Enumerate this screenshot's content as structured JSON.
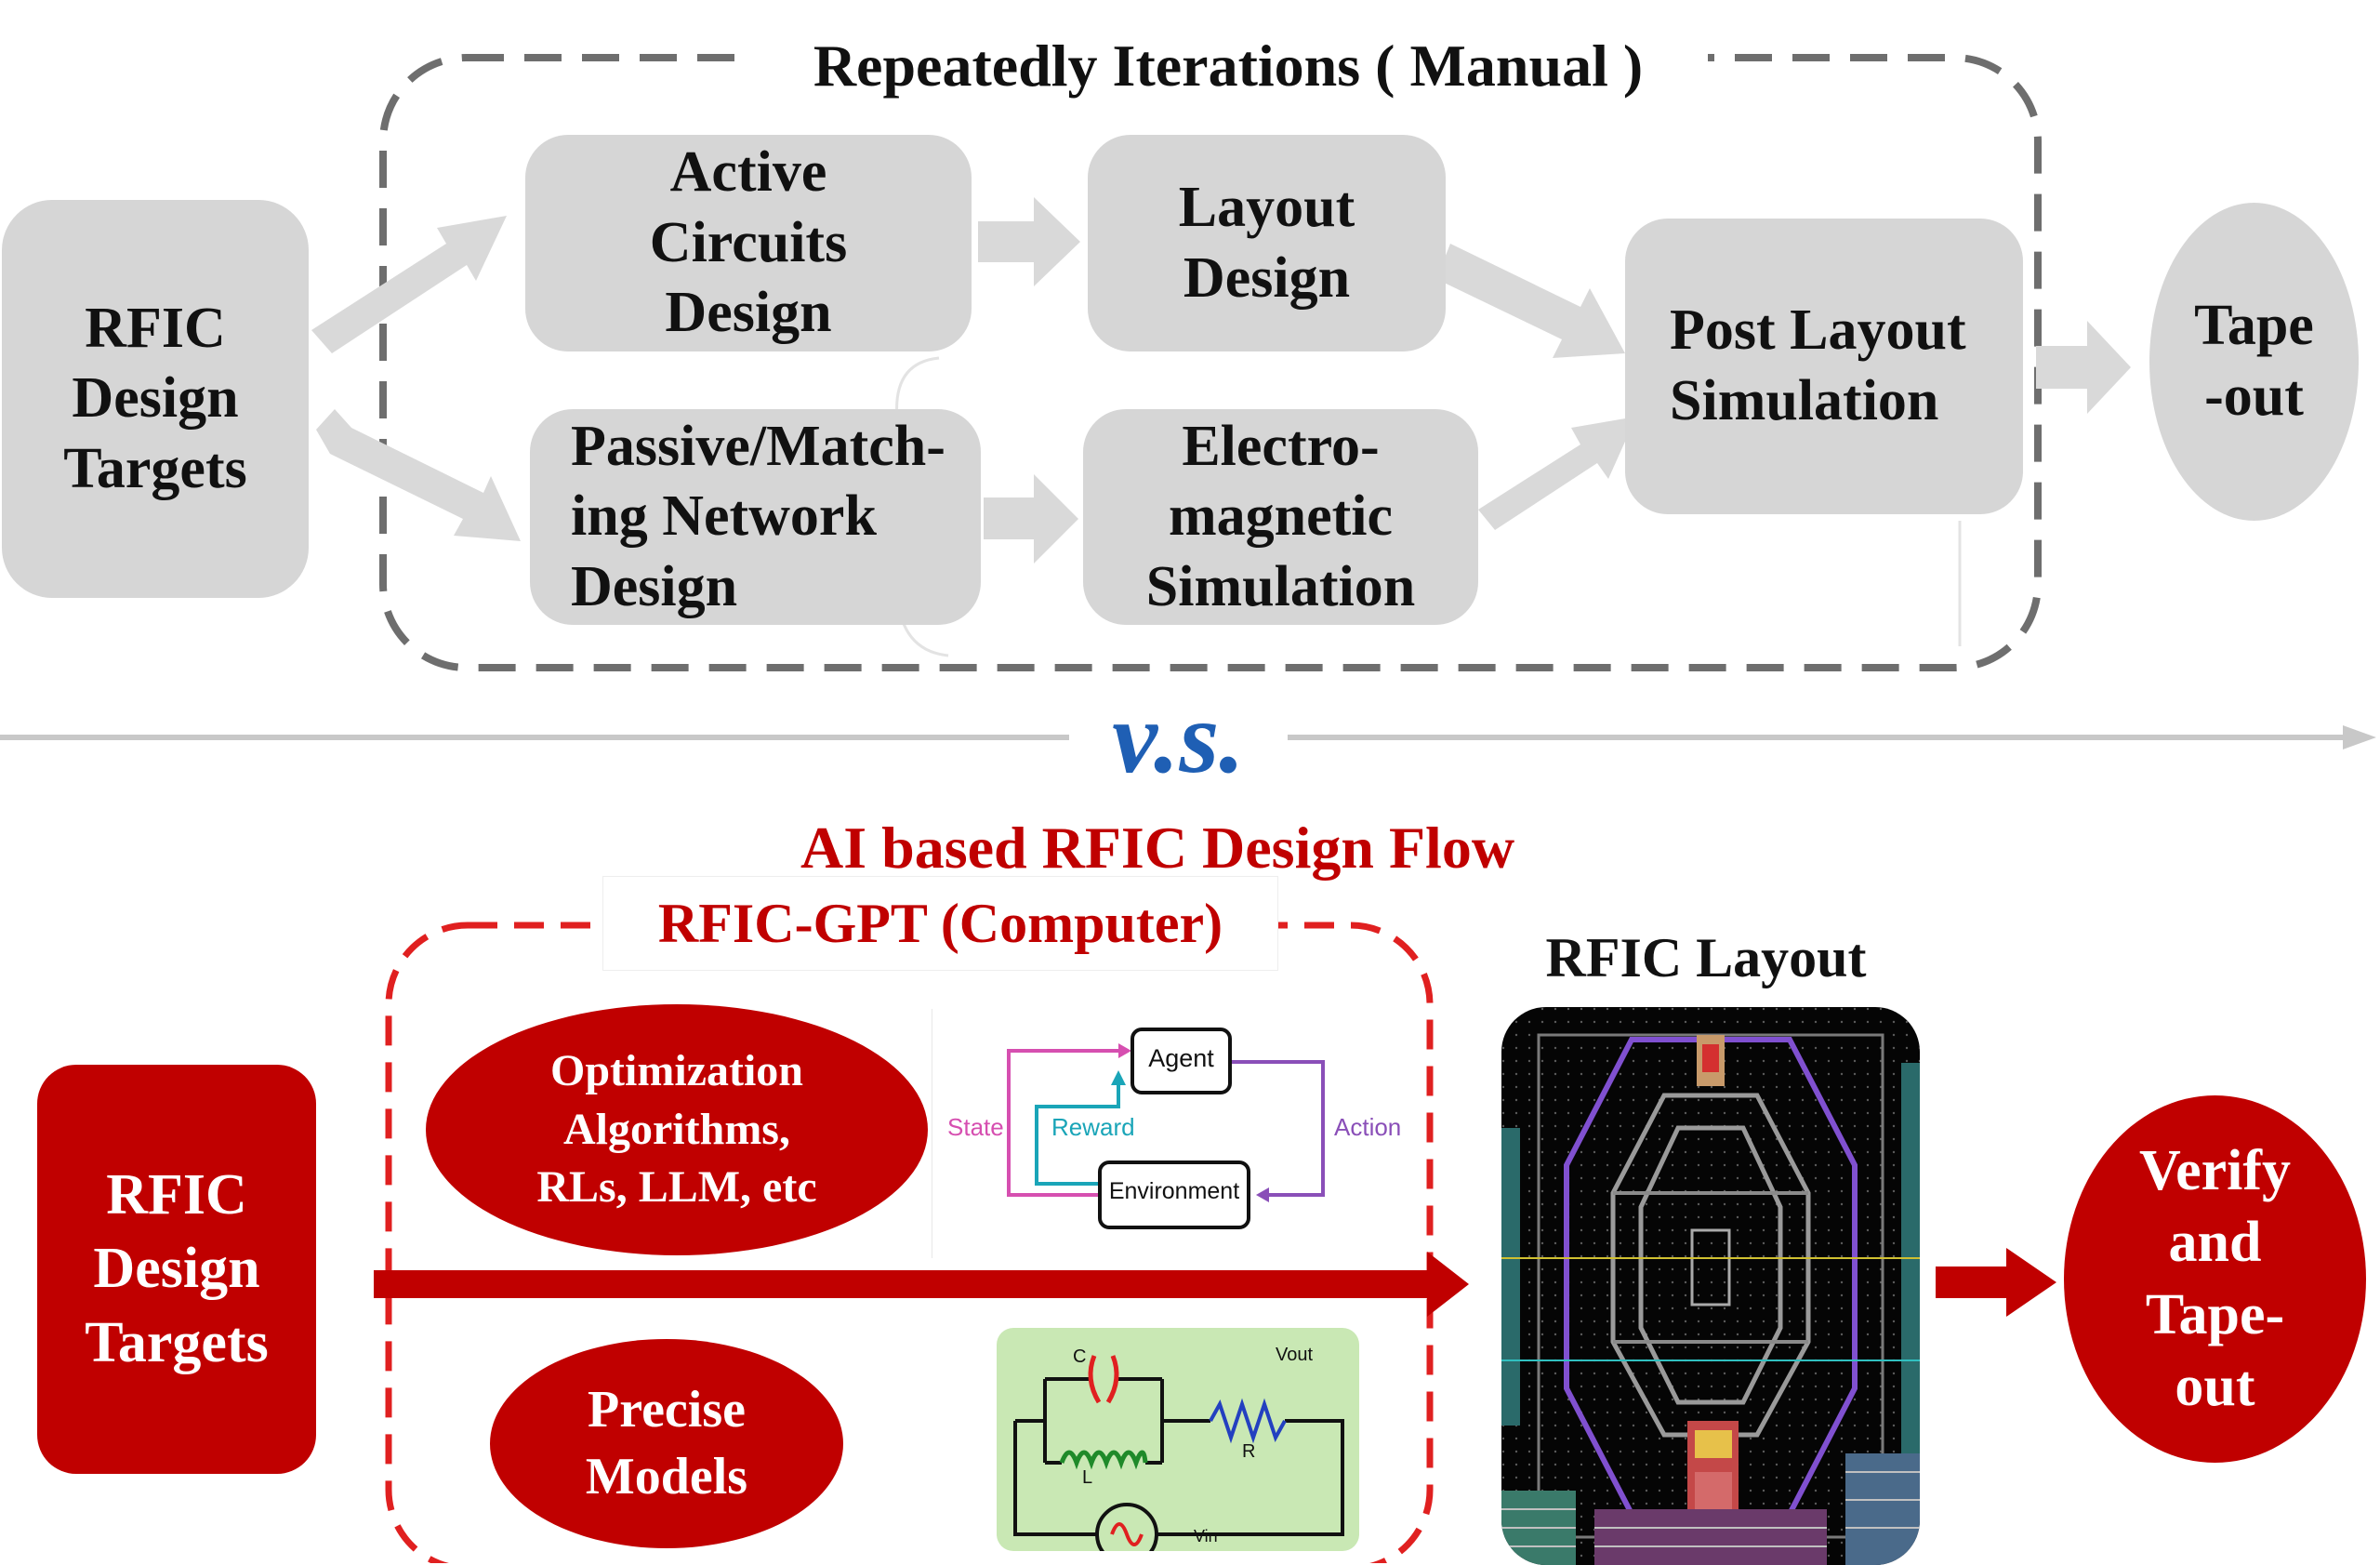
{
  "manual_flow": {
    "loop_label": "Repeatedly Iterations ( Manual )",
    "targets": "RFIC\nDesign\nTargets",
    "active_design": "Active\nCircuits\nDesign",
    "layout_design": "Layout\nDesign",
    "passive_design": "Passive/Match-\ning Network\nDesign",
    "em_simulation": "Electro-\nmagnetic\nSimulation",
    "post_layout": "Post Layout\nSimulation",
    "tapeout": "Tape\n-out"
  },
  "divider_label": "v.s.",
  "ai_flow": {
    "heading": "AI based RFIC Design Flow",
    "gpt_label": "RFIC-GPT (Computer)",
    "targets": "RFIC\nDesign\nTargets",
    "optimization": "Optimization\nAlgorithms,\nRLs, LLM, etc",
    "precise_models": "Precise\nModels",
    "layout_title": "RFIC Layout",
    "verify": "Verify\nand\nTape-\nout",
    "rl_diagram": {
      "agent": "Agent",
      "environment": "Environment",
      "state": "State",
      "reward": "Reward",
      "action": "Action"
    },
    "circuit_diagram": {
      "c": "C",
      "l": "L",
      "r": "R",
      "vout": "Vout",
      "vin": "Vin"
    }
  },
  "colors": {
    "gray_box": "#d6d6d6",
    "red": "#c00000",
    "blue_vs": "#1f5fb4",
    "dashed_gray": "#6e6e6e",
    "dashed_red": "#e02020"
  }
}
